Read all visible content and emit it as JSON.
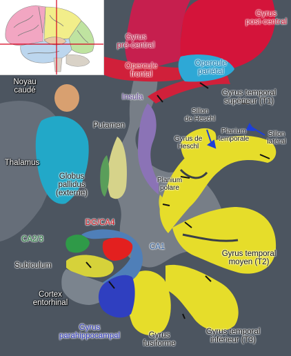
{
  "colors": {
    "background": "#ffffff",
    "tissue_dark": "#4c5560",
    "tissue_mid": "#7b848e",
    "white_matter": "#c9ccd0",
    "gyrus_postcentral": "#d4143a",
    "gyrus_precentral": "#c61f4e",
    "opercule_frontal": "#d0203a",
    "opercule_parietal": "#2ea8d6",
    "insula": "#8b73b6",
    "noyau_caude": "#d8a070",
    "thalamus": "#22a8c8",
    "putamen": "#d6d38a",
    "globus_pallidus": "#5a9e5a",
    "temporal_yellow": "#e6dd2a",
    "ca23": "#2f9a48",
    "dg_ca4": "#e3201f",
    "ca1": "#4f7fb8",
    "subiculum": "#d6d23a",
    "parahippocampal": "#2f3fc0",
    "blue_arrow": "#1d3fd8"
  },
  "inset": {
    "regions": [
      "lobe-frontal",
      "lobe-parietal",
      "lobe-occipital",
      "lobe-temporal",
      "lobe-limbic"
    ],
    "region_colors": [
      "#f2a6c2",
      "#f2ee8a",
      "#bfe3a0",
      "#bcd6ee",
      "#e9c8a6"
    ],
    "crosshair_color": "#d6001c"
  },
  "labels": {
    "gyrus_postcentral": [
      "Gyrus",
      "post-central"
    ],
    "gyrus_precentral": [
      "Gyrus",
      "pré-central"
    ],
    "opercule_frontal": [
      "Opercule",
      "frontal"
    ],
    "opercule_parietal": [
      "Opercule",
      "pariétal"
    ],
    "noyau_caude": [
      "Noyau",
      "caudé"
    ],
    "insula": [
      "Insula"
    ],
    "gyrus_temporal_superieur": [
      "Gyrus temporal",
      "supérieur (T1)"
    ],
    "sillon_heschl": [
      "Sillon",
      "de Heschl"
    ],
    "planum_temporale": [
      "Planium",
      "temporale"
    ],
    "sillon_lateral": [
      "Sillon",
      "latéral"
    ],
    "putamen": [
      "Putamen"
    ],
    "gyrus_heschl": [
      "Gyrus de",
      "Heschl"
    ],
    "thalamus": [
      "Thalamus"
    ],
    "globus_pallidus": [
      "Globus",
      "pallidus",
      "(externe)"
    ],
    "planum_polare": [
      "Planium",
      "polare"
    ],
    "dg_ca4": [
      "DG/CA4"
    ],
    "ca23": [
      "CA2/3"
    ],
    "ca1": [
      "CA1"
    ],
    "subiculum": [
      "Subiculum"
    ],
    "gyrus_temporal_moyen": [
      "Gyrus temporal",
      "moyen (T2)"
    ],
    "cortex_entorhinal": [
      "Cortex",
      "entorhinal"
    ],
    "gyrus_parahippocampal": [
      "Gyrus",
      "parahippocampal"
    ],
    "gyrus_fusiforme": [
      "Gyrus",
      "fusiforme"
    ],
    "gyrus_temporal_inferieur": [
      "Gyrus temporal",
      "inférieur (T3)"
    ]
  }
}
